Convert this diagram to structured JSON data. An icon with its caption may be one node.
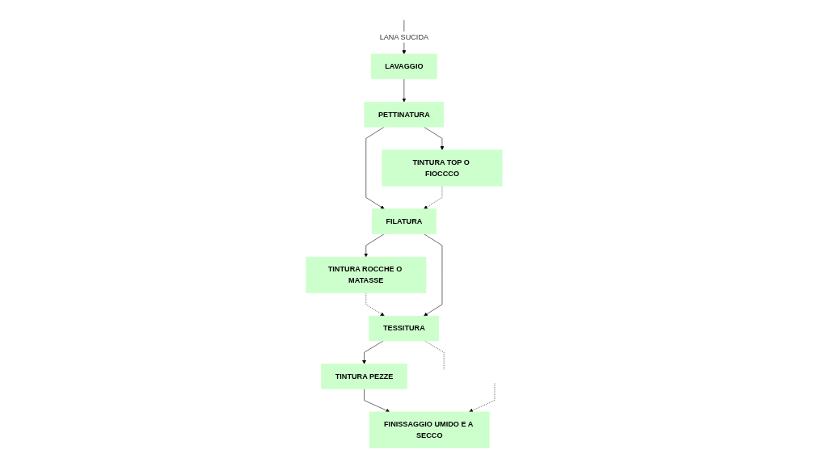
{
  "diagram": {
    "nodes": [
      {
        "text": [
          "LAVAGGIO"
        ]
      },
      {
        "text": [
          "PETTINATURA"
        ]
      },
      {
        "text": [
          "TINTURA TOP O FIOCCCO"
        ]
      },
      {
        "text": [
          "TINTURA ROCCHE O MATASSE"
        ]
      },
      {
        "text": [
          "FILATURA"
        ]
      },
      {
        "text": [
          "TESSITURA"
        ]
      },
      {
        "text": [
          "TINTURA PEZZE"
        ]
      },
      {
        "text": [
          "FINISSAGGIO UMIDO E A SECCO"
        ]
      }
    ],
    "edges": [
      {
        "from": null,
        "to": 0,
        "arrow": "to",
        "label": "LANA SUCIDA"
      },
      {
        "from": 0,
        "to": 1,
        "arrow": "to"
      },
      {
        "from": 1,
        "to": 2,
        "arrow": "to"
      },
      {
        "from": 1,
        "to": 4,
        "arrow": "to"
      },
      {
        "from": 2,
        "to": 4,
        "arrow": "to",
        "style": "dashed"
      },
      {
        "from": 4,
        "to": 3,
        "arrow": "to"
      },
      {
        "from": 3,
        "to": 5,
        "arrow": "to",
        "style": "dashed"
      },
      {
        "from": 4,
        "to": 5,
        "arrow": "to"
      },
      {
        "from": 5,
        "to": 6,
        "arrow": "to"
      },
      {
        "from": 6,
        "to": 7,
        "arrow": "to"
      },
      {
        "from": 5,
        "to": null,
        "arrow": "none",
        "style": "dashed"
      },
      {
        "from": null,
        "to": 7,
        "arrow": "to",
        "style": "dashed"
      }
    ]
  }
}
